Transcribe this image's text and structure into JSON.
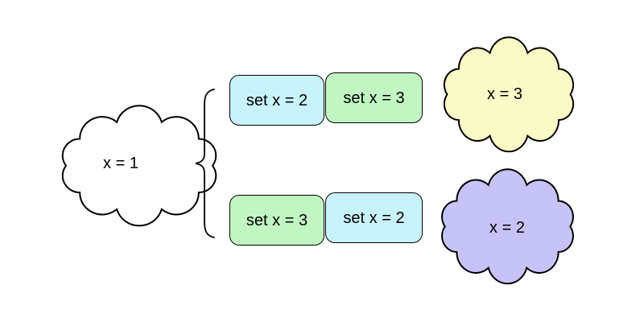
{
  "diagram": {
    "start_state": {
      "label": "x = 1",
      "color_name": "white"
    },
    "interleavings": [
      {
        "steps": [
          {
            "label": "set x = 2",
            "color_name": "cyan"
          },
          {
            "label": "set x = 3",
            "color_name": "green"
          }
        ],
        "result": {
          "label": "x = 3",
          "color_name": "yellow"
        }
      },
      {
        "steps": [
          {
            "label": "set x = 3",
            "color_name": "green"
          },
          {
            "label": "set x = 2",
            "color_name": "cyan"
          }
        ],
        "result": {
          "label": "x = 2",
          "color_name": "purple"
        }
      }
    ],
    "colors": {
      "cyan": "#c9f3fc",
      "green": "#c1f6c3",
      "yellow": "#fafac7",
      "purple": "#c6c3f8",
      "white": "#ffffff",
      "outline": "#000000",
      "background": "#ffffff"
    }
  }
}
